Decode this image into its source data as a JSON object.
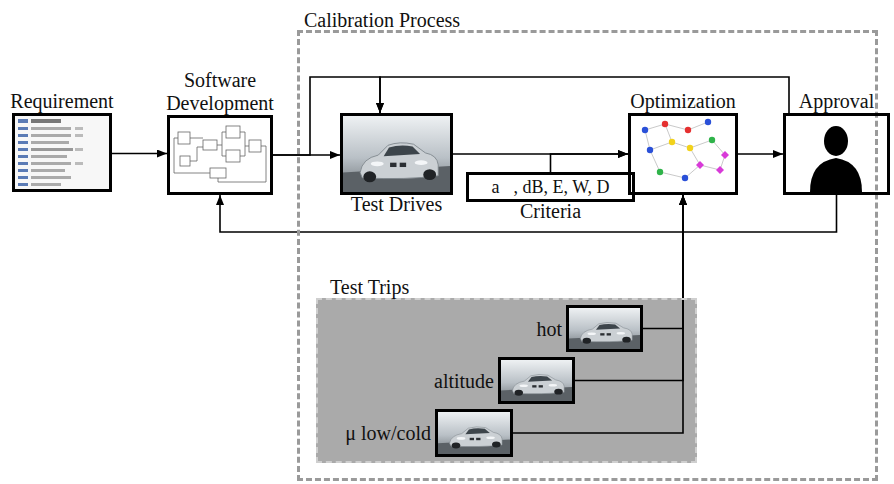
{
  "diagram": {
    "nodes": [
      {
        "text": [
          "Requirement"
        ]
      },
      {
        "text": [
          "Software Development"
        ]
      },
      {
        "text": [
          "Calibration Process"
        ]
      },
      {
        "text": [
          "Test Drives"
        ],
        "in": 2
      },
      {
        "text": [
          "a⃗, dB, E, W, D",
          "Criteria"
        ],
        "in": 2
      },
      {
        "text": [
          "Optimization"
        ],
        "in": 2
      },
      {
        "text": [
          "Approval"
        ]
      },
      {
        "text": [
          "Test Trips"
        ],
        "in": 2
      },
      {
        "text": [
          "hot"
        ],
        "in": 7
      },
      {
        "text": [
          "altitude"
        ],
        "in": 7
      },
      {
        "text": [
          "μ low/cold"
        ],
        "in": 7
      }
    ],
    "edges": [
      {
        "from": 0,
        "to": 1,
        "arrow": "to"
      },
      {
        "from": 1,
        "to": 3,
        "arrow": "to"
      },
      {
        "from": 1,
        "to": 3,
        "arrow": "to"
      },
      {
        "from": 6,
        "to": 3,
        "arrow": "to"
      },
      {
        "from": 3,
        "to": 5,
        "arrow": "to"
      },
      {
        "from": 4,
        "to": 5,
        "arrow": "to"
      },
      {
        "from": 5,
        "to": 6,
        "arrow": "to"
      },
      {
        "from": 6,
        "to": 1,
        "arrow": "to"
      },
      {
        "from": 8,
        "to": 5,
        "arrow": "to"
      },
      {
        "from": 9,
        "to": 5,
        "arrow": "to"
      },
      {
        "from": 10,
        "to": 5,
        "arrow": "to"
      }
    ]
  }
}
